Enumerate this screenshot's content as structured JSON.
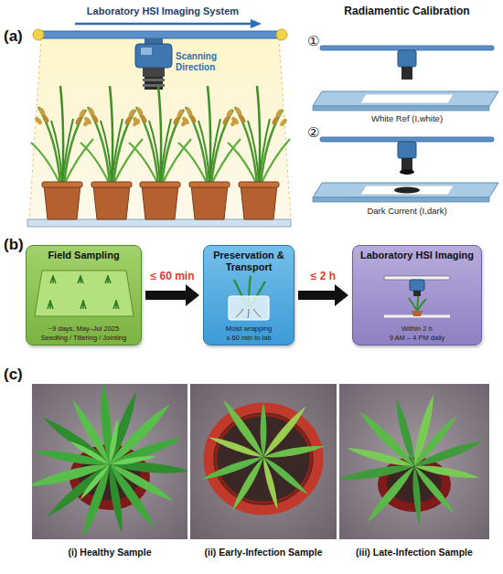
{
  "diagram": {
    "nodes": [
      {
        "text": [
          "Field Sampling",
          "~9 days, May–Jul 2025",
          "Seedling / Tillering / Jointing"
        ]
      },
      {
        "text": [
          "Preservation & Transport",
          "Moist wrapping",
          "≤ 60 min to lab"
        ]
      },
      {
        "text": [
          "Laboratory HSI Imaging",
          "Within 2 h",
          "9 AM – 4 PM daily"
        ]
      }
    ],
    "edges": [
      {
        "from": 0,
        "to": 1,
        "label": "≤ 60 min",
        "arrow": "to"
      },
      {
        "from": 1,
        "to": 2,
        "label": "≤ 2 h",
        "arrow": "to"
      }
    ],
    "labels": [
      "(a)",
      "Laboratory HSI Imaging System",
      "Scanning Direction",
      "Radiamentic Calibration",
      "①",
      "White Ref (I,white)",
      "②",
      "Dark Current (I,dark)",
      "(b)",
      "(c)",
      "(i) Healthy Sample",
      "(ii) Early-Infection Sample",
      "(iii) Late-Infection Sample"
    ]
  }
}
